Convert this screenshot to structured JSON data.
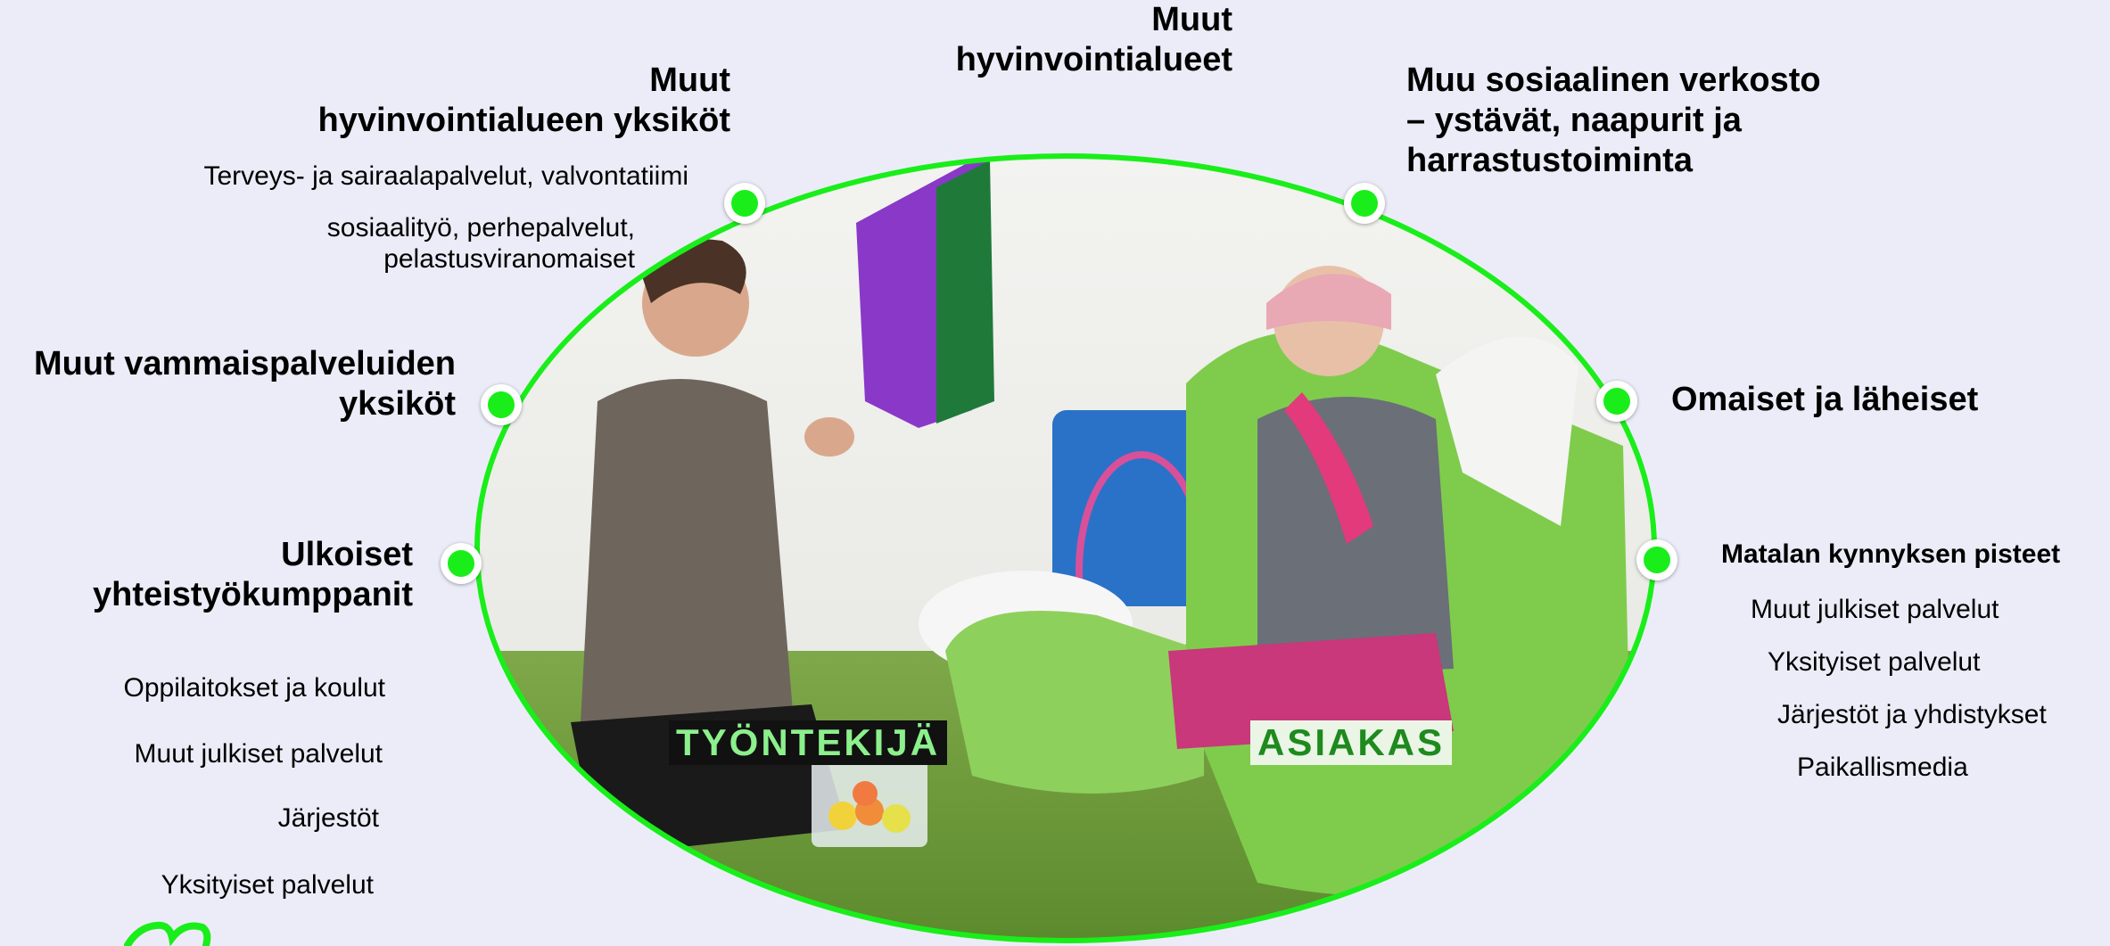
{
  "colors": {
    "background": "#ececf8",
    "ellipse_stroke": "#1aee1a",
    "node_fill": "#1aee1a",
    "worker_label_bg": "#111111",
    "worker_label_fg": "#8cf08c",
    "client_label_bg": "#eaf5e6",
    "client_label_fg": "#1e8a1e"
  },
  "center": {
    "worker_label": "TYÖNTEKIJÄ",
    "client_label": "ASIAKAS"
  },
  "nodes": {
    "other_welfare_areas": {
      "title": "Muut\nhyvinvointialueet"
    },
    "other_welfare_units": {
      "title": "Muut\nhyvinvointialueen yksiköt",
      "items": [
        "Terveys- ja sairaalapalvelut, valvontatiimi",
        "sosiaalityö, perhepalvelut,\npelastusviranomaiset"
      ]
    },
    "social_network": {
      "title": "Muu sosiaalinen verkosto\n– ystävät, naapurit ja\nharrastustoiminta"
    },
    "disability_units": {
      "title": "Muut vammaispalveluiden\nyksiköt"
    },
    "relatives": {
      "title": "Omaiset ja läheiset"
    },
    "external_partners": {
      "title": "Ulkoiset\nyhteistyökumppanit",
      "items": [
        "Oppilaitokset ja koulut",
        "Muut julkiset palvelut",
        "Järjestöt",
        "Yksityiset palvelut"
      ]
    },
    "low_threshold": {
      "title": "Matalan kynnyksen pisteet",
      "items": [
        "Muut julkiset palvelut",
        "Yksityiset palvelut",
        "Järjestöt ja yhdistykset",
        "Paikallismedia"
      ]
    }
  }
}
